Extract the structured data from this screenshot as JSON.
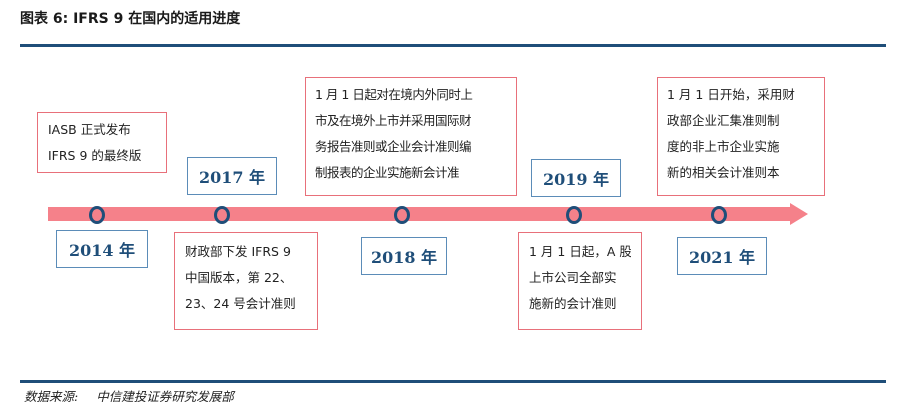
{
  "title": "图表  6: IFRS 9 在国内的适用进度",
  "years": [
    "2014 年",
    "2017 年",
    "2018 年",
    "2019 年",
    "2021 年"
  ],
  "notes": {
    "iasb": [
      "IASB 正式发布",
      "IFRS 9 的最终版"
    ],
    "y2017": [
      "财政部下发 IFRS 9",
      "中国版本，第 22、",
      "23、24 号会计准则"
    ],
    "y2018": [
      "1 月 1 日起对在境内外同时上",
      "市及在境外上市并采用国际财",
      "务报告准则或企业会计准则编",
      "制报表的企业实施新会计准"
    ],
    "y2019": [
      "1 月 1 日起，A 股",
      "上市公司全部实",
      "施新的会计准则"
    ],
    "y2021": [
      "1 月 1 日开始，采用财",
      "政部企业汇集准则制",
      "度的非上市企业实施",
      "新的相关会计准则本"
    ]
  },
  "source": {
    "label": "数据来源:",
    "org": "中信建投证券研究发展部"
  },
  "colors": {
    "timeline": "#f5818a",
    "marker": "#1f4e79",
    "note_border": "#e8707a",
    "year_border": "#5b8cb8",
    "rule": "#1f4e79"
  }
}
